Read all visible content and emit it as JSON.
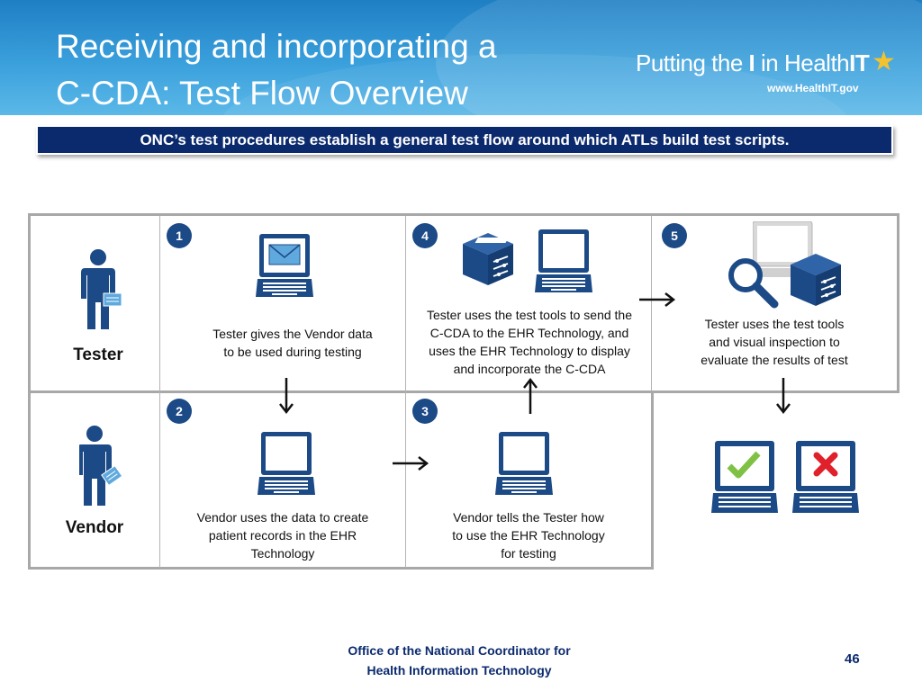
{
  "slide": {
    "title_line1": "Receiving and incorporating a",
    "title_line2": "C-CDA: Test Flow Overview",
    "banner": "ONC’s test procedures establish a general test flow around which ATLs build test scripts.",
    "logo_text_pre": "Putting the ",
    "logo_text_i": "I",
    "logo_text_mid": " in Health",
    "logo_text_it": "IT",
    "logo_url": "www.HealthIT.gov",
    "footer_line1": "Office of the National Coordinator for",
    "footer_line2": "Health Information Technology",
    "page_number": "46"
  },
  "roles": {
    "tester": "Tester",
    "vendor": "Vendor"
  },
  "steps": [
    {
      "number": "1",
      "text_lines": [
        "Tester gives the Vendor data",
        "to be used during testing"
      ]
    },
    {
      "number": "2",
      "text_lines": [
        "Vendor uses the data to create",
        "patient records in the EHR",
        "Technology"
      ]
    },
    {
      "number": "3",
      "text_lines": [
        "Vendor tells the Tester how",
        "to use the EHR Technology",
        "for testing"
      ]
    },
    {
      "number": "4",
      "text_lines": [
        "Tester uses the test tools to send the",
        "C-CDA to the EHR Technology, and",
        "uses the EHR Technology to display",
        "and incorporate the C-CDA"
      ]
    },
    {
      "number": "5",
      "text_lines": [
        "Tester uses the test tools",
        "and visual inspection to",
        "evaluate the results of test"
      ]
    }
  ],
  "icons": [
    "person-icon",
    "laptop-icon",
    "laptop-mail-icon",
    "toolbox-icon",
    "magnifier-icon",
    "monitor-icon",
    "check-icon",
    "x-icon",
    "id-card-icon"
  ],
  "colors": {
    "navy": "#0b2a6e",
    "icon_blue": "#1c4a86",
    "check_green": "#7fc144",
    "x_red": "#e0202a",
    "header_blue": "#2a8ccf"
  }
}
